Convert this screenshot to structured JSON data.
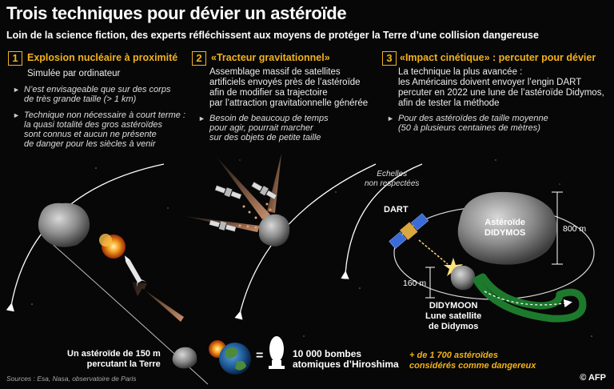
{
  "header": {
    "title": "Trois techniques pour dévier un astéroïde",
    "subtitle": "Loin de la science fiction, des experts réfléchissent aux moyens de protéger la Terre d’une collision dangereuse"
  },
  "sections": [
    {
      "number": "1",
      "title": "Explosion nucléaire à proximité",
      "lead": "Simulée par ordinateur",
      "bullets": [
        [
          "N’est envisageable que sur des corps",
          "de très grande taille (> 1 km)"
        ],
        [
          "Technique non nécessaire à court terme :",
          "la quasi totalité des gros astéroïdes",
          "sont connus et aucun ne présente",
          "de danger pour les siècles à venir"
        ]
      ]
    },
    {
      "number": "2",
      "title": "«Tracteur gravitationnel»",
      "lead": [
        "Assemblage massif de satellites",
        "artificiels envoyés près de l’astéroïde",
        "afin de modifier sa trajectoire",
        "par l’attraction gravitationnelle générée"
      ],
      "bullets": [
        [
          "Besoin de beaucoup de temps",
          "pour agir, pourrait marcher",
          "sur des objets de petite taille"
        ]
      ]
    },
    {
      "number": "3",
      "title": "«Impact cinétique» : percuter pour dévier",
      "lead": [
        "La technique la plus avancée :",
        "les Américains doivent envoyer l’engin DART",
        "percuter en 2022 une lune de l’astéroïde Didymos,",
        "afin de tester la méthode"
      ],
      "bullets": [
        [
          "Pour des astéroïdes de taille moyenne",
          "(50 à plusieurs centaines de mètres)"
        ]
      ]
    }
  ],
  "diagram": {
    "scale_note": [
      "Echelles",
      "non respectées"
    ],
    "dart_label": "DART",
    "didymos_label": [
      "Astéroïde",
      "DIDYMOS"
    ],
    "didymos_size": "800 m",
    "moon_size": "160 m",
    "moon_label": [
      "DIDYMOON",
      "Lune satellite",
      "de Didymos"
    ]
  },
  "bottom": {
    "impact_text": [
      "Un astéroïde de 150 m",
      "percutant la Terre"
    ],
    "equals": "=",
    "bombs_text": [
      "10 000 bombes",
      "atomiques d’Hiroshima"
    ],
    "dangerous_text": [
      "+ de 1 700 astéroïdes",
      "considérés comme dangereux"
    ]
  },
  "footer": {
    "sources": "Sources : Esa, Nasa, observatoire de Paris",
    "credit": "© AFP"
  },
  "colors": {
    "accent": "#f2b21a",
    "background": "#070707",
    "green_highlight": "#1d7a2c"
  }
}
